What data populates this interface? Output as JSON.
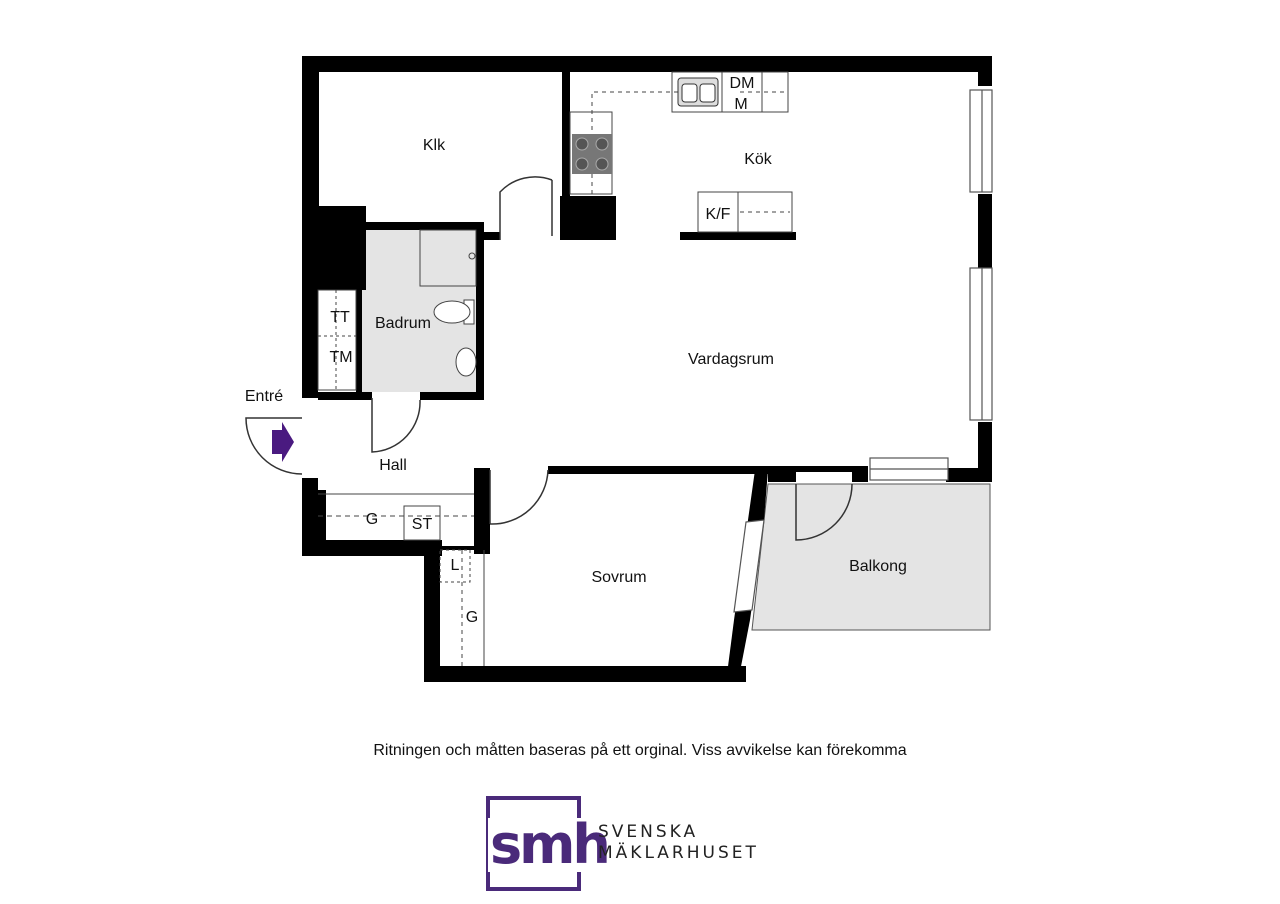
{
  "rooms": {
    "klk": "Klk",
    "kok": "Kök",
    "badrum": "Badrum",
    "vardagsrum": "Vardagsrum",
    "hall": "Hall",
    "sovrum": "Sovrum",
    "balkong": "Balkong",
    "entre": "Entré"
  },
  "fixtures": {
    "dm": "DM",
    "m": "M",
    "kf": "K/F",
    "tt": "TT",
    "tm": "TM",
    "g_hall": "G",
    "st": "ST",
    "l": "L",
    "g_sovrum": "G"
  },
  "disclaimer": "Ritningen och måtten baseras på ett orginal. Viss avvikelse kan förekomma",
  "brand": {
    "mark": "smh",
    "line1": "SVENSKA",
    "line2": "MÄKLARHUSET",
    "color": "#4a2a7a"
  },
  "colors": {
    "wall": "#000000",
    "wet_room": "#e4e4e4",
    "entry_arrow": "#4a1a80"
  }
}
